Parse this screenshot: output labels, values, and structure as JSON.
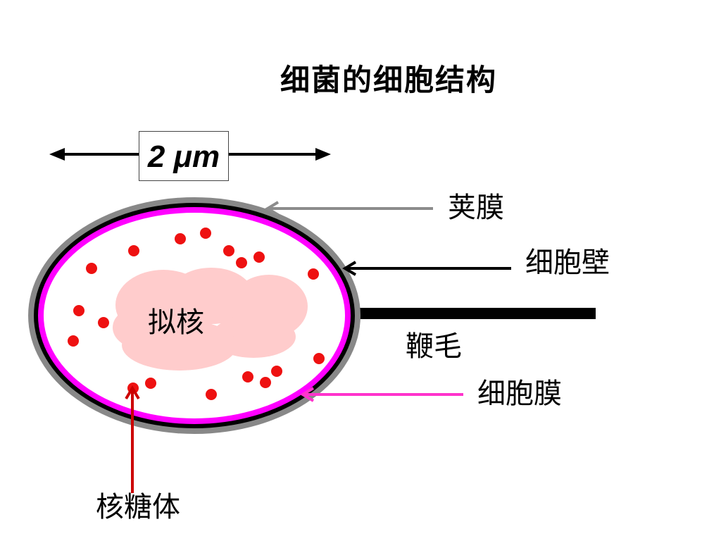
{
  "title": "细菌的细胞结构",
  "scale_bar": {
    "label": "2 μm"
  },
  "labels": {
    "capsule": "荚膜",
    "cell_wall": "细胞壁",
    "nucleoid": "拟核",
    "flagellum": "鞭毛",
    "cell_membrane": "细胞膜",
    "ribosome": "核糖体"
  },
  "colors": {
    "capsule": "#808080",
    "cell_wall": "#000000",
    "cell_membrane": "#ff00ff",
    "nucleoid": "#ffcccc",
    "ribosome": "#ee1111",
    "ribosome_pointer": "#cc0000"
  }
}
